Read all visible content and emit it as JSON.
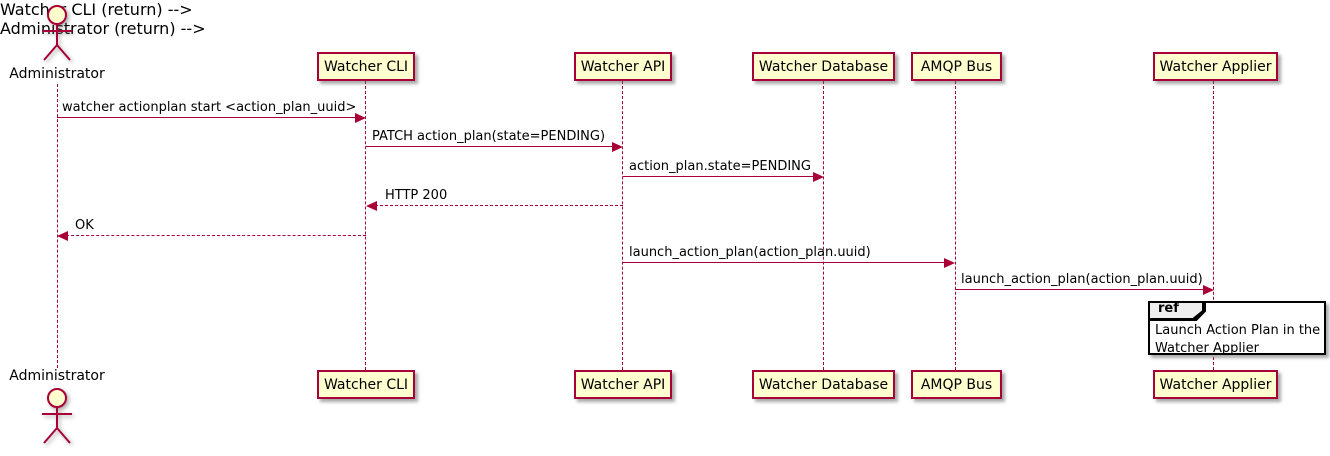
{
  "diagram": {
    "type": "uml-sequence-diagram",
    "colors": {
      "participant_fill": "#FEFECE",
      "participant_border": "#A80036",
      "arrow": "#A80036",
      "lifeline": "#A80036",
      "ref_border": "#000000",
      "ref_header_fill": "#EEEEEE",
      "text": "#000000",
      "background": "#FFFFFF"
    },
    "actor": {
      "label": "Administrator"
    },
    "participants": [
      {
        "id": "watcher-cli",
        "label": "Watcher CLI"
      },
      {
        "id": "watcher-api",
        "label": "Watcher API"
      },
      {
        "id": "watcher-database",
        "label": "Watcher Database"
      },
      {
        "id": "amqp-bus",
        "label": "AMQP Bus"
      },
      {
        "id": "watcher-applier",
        "label": "Watcher Applier"
      }
    ],
    "messages": [
      {
        "text": "watcher actionplan start <action_plan_uuid>",
        "from": "Administrator",
        "to": "Watcher CLI",
        "line": "solid",
        "direction": "right"
      },
      {
        "text": "PATCH action_plan(state=PENDING)",
        "from": "Watcher CLI",
        "to": "Watcher API",
        "line": "solid",
        "direction": "right"
      },
      {
        "text": "action_plan.state=PENDING",
        "from": "Watcher API",
        "to": "Watcher Database",
        "line": "solid",
        "direction": "right"
      },
      {
        "text": "HTTP 200",
        "from": "Watcher API",
        "to": "Watcher CLI",
        "line": "dashed",
        "direction": "left"
      },
      {
        "text": "OK",
        "from": "Watcher CLI",
        "to": "Administrator",
        "line": "dashed",
        "direction": "left"
      },
      {
        "text": "launch_action_plan(action_plan.uuid)",
        "from": "Watcher API",
        "to": "AMQP Bus",
        "line": "solid",
        "direction": "right"
      },
      {
        "text": "launch_action_plan(action_plan.uuid)",
        "from": "AMQP Bus",
        "to": "Watcher Applier",
        "line": "solid",
        "direction": "right"
      }
    ],
    "ref": {
      "keyword": "ref",
      "over": "Watcher Applier",
      "text_line1": "Launch Action Plan in the",
      "text_line2": "Watcher Applier"
    }
  }
}
